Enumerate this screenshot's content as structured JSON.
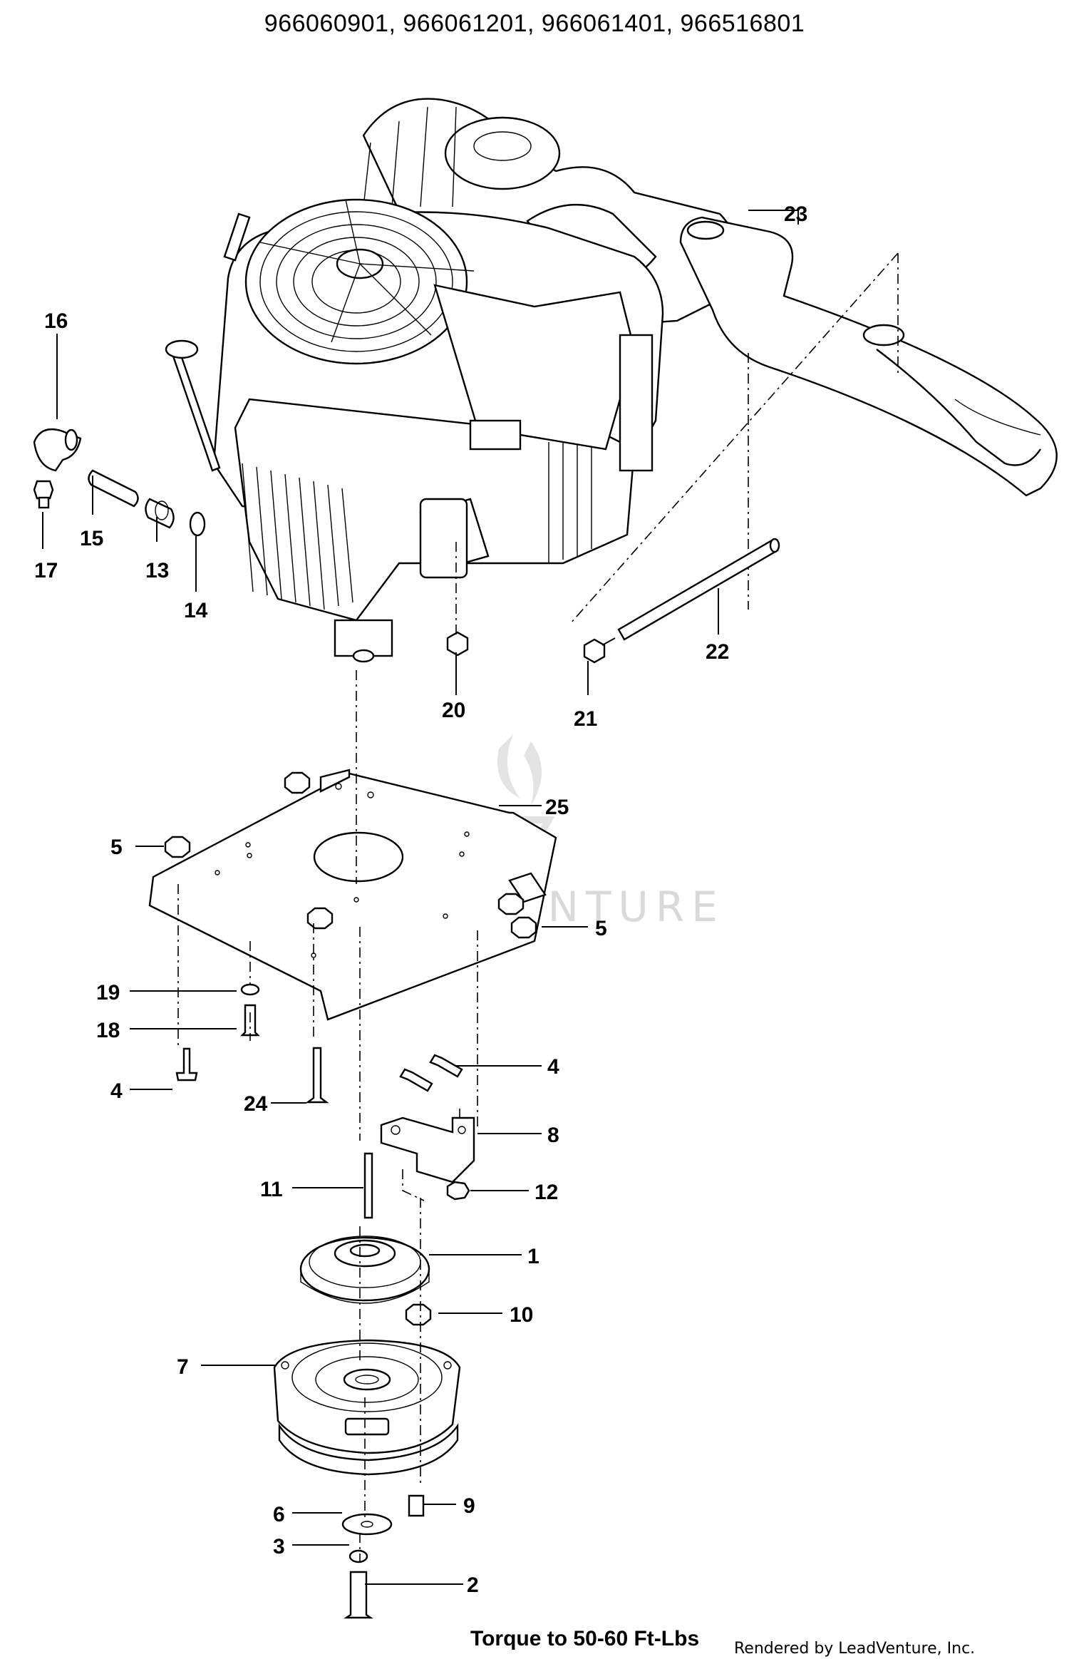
{
  "header": {
    "title": "966060901, 966061201, 966061401, 966516801"
  },
  "callouts": {
    "c1": "1",
    "c2": "2",
    "c3": "3",
    "c4a": "4",
    "c4b": "4",
    "c5a": "5",
    "c5b": "5",
    "c6": "6",
    "c7": "7",
    "c8": "8",
    "c9": "9",
    "c10": "10",
    "c11": "11",
    "c12": "12",
    "c13": "13",
    "c14": "14",
    "c15": "15",
    "c16": "16",
    "c17": "17",
    "c18": "18",
    "c19": "19",
    "c20": "20",
    "c21": "21",
    "c22": "22",
    "c23": "23",
    "c24": "24",
    "c25": "25"
  },
  "watermark": {
    "text": "LEADVENTURE"
  },
  "footer": {
    "note": "Torque to 50-60 Ft-Lbs",
    "credit": "Rendered by LeadVenture, Inc."
  }
}
